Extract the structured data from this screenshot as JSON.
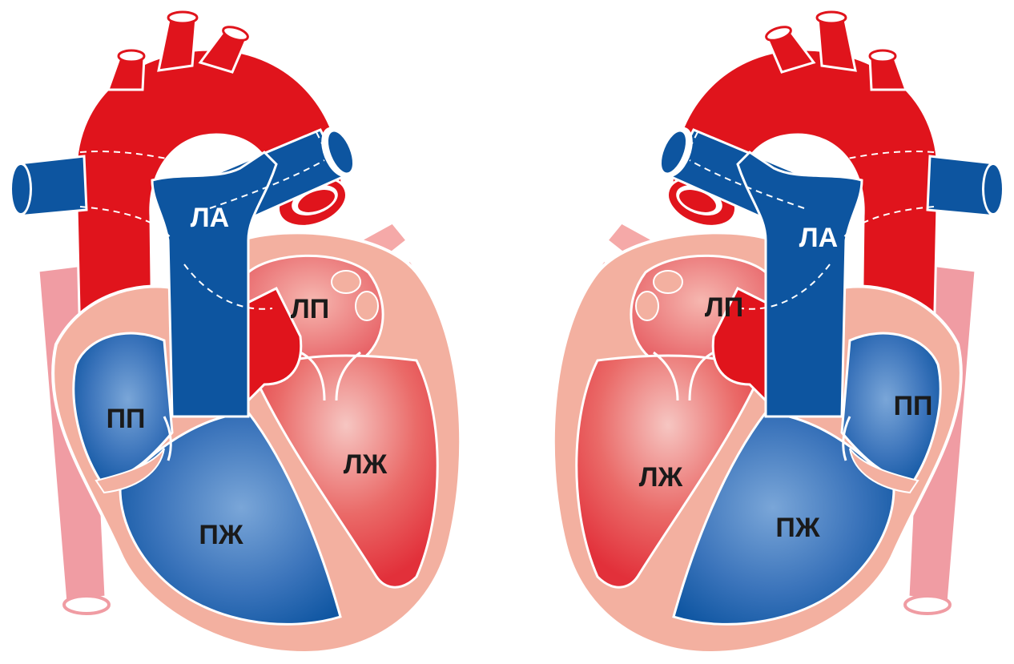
{
  "colors": {
    "aorta": "#e0141c",
    "pulmonary": "#0d55a0",
    "right_heart": "#2d68b3",
    "left_heart": "#e8535a",
    "wall": "#f3b0a0",
    "wall_outline": "#ffffff",
    "background": "#ffffff"
  },
  "left_heart": {
    "pulmonary_artery_label": "ЛА",
    "left_atrium_label": "ЛП",
    "right_atrium_label": "ПП",
    "right_ventricle_label": "ПЖ",
    "left_ventricle_label": "ЛЖ"
  },
  "right_heart": {
    "pulmonary_artery_label": "ЛА",
    "left_atrium_label": "ЛП",
    "right_atrium_label": "ПП",
    "right_ventricle_label": "ПЖ",
    "left_ventricle_label": "ЛЖ"
  }
}
